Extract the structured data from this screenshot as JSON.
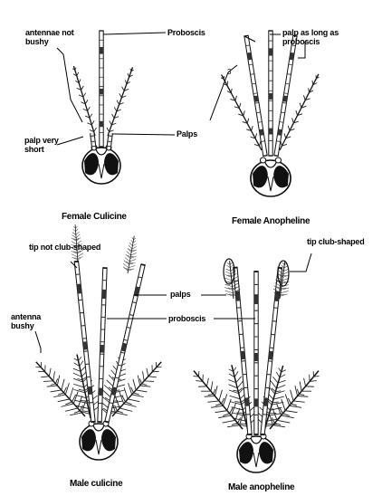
{
  "panels": [
    {
      "caption": "Female Culicine",
      "labels": {
        "antennae": "antennae not\nbushy",
        "proboscis": "Proboscis",
        "palp": "palp very\nshort",
        "palps": "Palps"
      }
    },
    {
      "caption": "Female Anopheline",
      "labels": {
        "palp": "palp as long as\nproboscis"
      }
    },
    {
      "caption": "Male culicine",
      "labels": {
        "tip": "tip not club-shaped",
        "antenna": "antenna\nbushy"
      }
    },
    {
      "caption": "Male anopheline",
      "labels": {
        "tip": "tip club-shaped"
      }
    }
  ],
  "shared_labels": {
    "palps": "palps",
    "proboscis": "proboscis"
  }
}
